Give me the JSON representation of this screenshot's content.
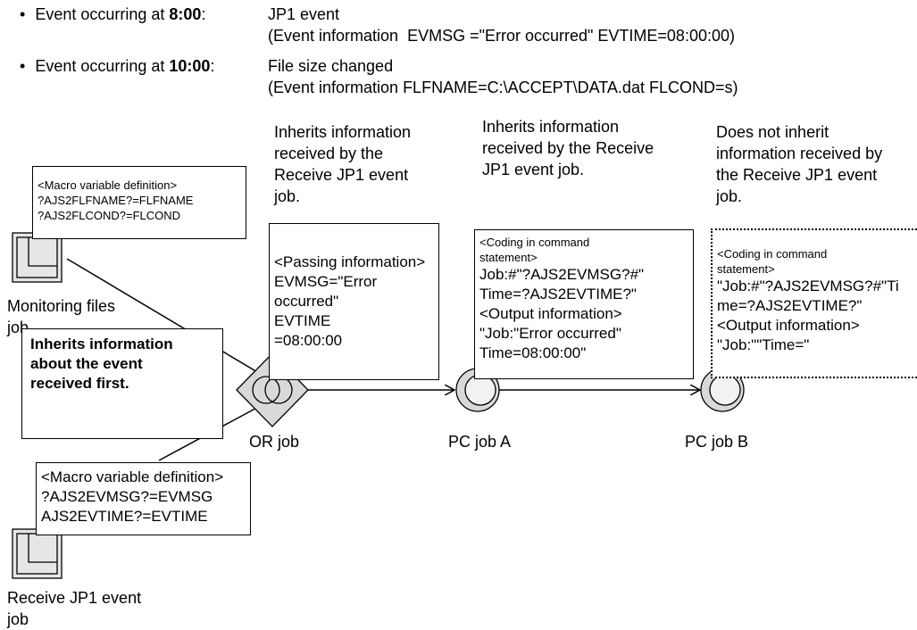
{
  "header": {
    "event1": {
      "bullet": "•",
      "label_prefix": "Event occurring at ",
      "label_time": "8:00",
      "label_suffix": ":",
      "desc_line1": "JP1 event",
      "desc_line2": "(Event information  EVMSG =\"Error occurred\" EVTIME=08:00:00)"
    },
    "event2": {
      "bullet": "•",
      "label_prefix": "Event occurring at ",
      "label_time": "10:00",
      "label_suffix": ":",
      "desc_line1": "File size changed",
      "desc_line2": "(Event information FLFNAME=C:\\ACCEPT\\DATA.dat FLCOND=s)"
    }
  },
  "boxes": {
    "macro_monitor": [
      "<Macro variable definition>",
      "?AJS2FLFNAME?=FLFNAME",
      "?AJS2FLCOND?=FLCOND"
    ],
    "macro_receive": [
      "<Macro variable definition>",
      "?AJS2EVMSG?=EVMSG",
      "AJS2EVTIME?=EVTIME"
    ],
    "inherits_first": [
      "Inherits information",
      "about the event",
      "received first."
    ],
    "passing": [
      "<Passing information>",
      "EVMSG=\"Error",
      "occurred\"",
      "EVTIME",
      "=08:00:00"
    ],
    "pcA_coding": {
      "small": [
        "<Coding in command",
        "statement>"
      ],
      "large": [
        "Job:#\"?AJS2EVMSG?#\"",
        "Time=?AJS2EVTIME?\"",
        "<Output information>",
        "\"Job:\"Error occurred\"",
        "Time=08:00:00\""
      ]
    },
    "pcB_coding": {
      "small": [
        "<Coding in command",
        "statement>"
      ],
      "large": [
        "\"Job:#\"?AJS2EVMSG?#\"Ti",
        "me=?AJS2EVTIME?\"",
        "<Output information>",
        "\"Job:\"\"Time=\""
      ]
    }
  },
  "annotations": {
    "or_inherits": [
      "Inherits information",
      "received by the",
      "Receive JP1 event",
      "job."
    ],
    "pcA_inherits": [
      "Inherits information",
      "received by the Receive",
      "JP1 event job."
    ],
    "pcB_not_inherit": [
      "Does not inherit",
      "information received by",
      "the Receive JP1 event",
      "job."
    ]
  },
  "jobs": {
    "monitoring": [
      "Monitoring files",
      "job"
    ],
    "receive": [
      "Receive JP1 event",
      "job"
    ],
    "or_job": "OR job",
    "pc_a": "PC job A",
    "pc_b": "PC job B"
  },
  "icons": {
    "monitor_job": "job-icon",
    "receive_job": "job-icon",
    "or_job": "or-diamond-icon",
    "pc_a": "pc-job-icon",
    "pc_b": "pc-job-icon"
  }
}
